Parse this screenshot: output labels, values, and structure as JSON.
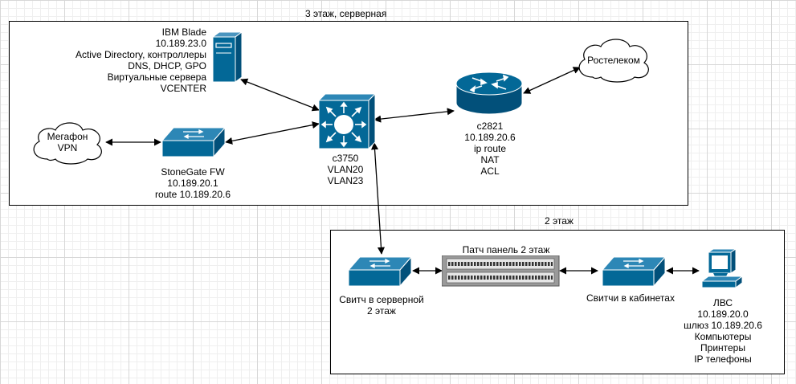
{
  "zones": {
    "floor3_title": "3 этаж, серверная",
    "floor2_title": "2 этаж"
  },
  "nodes": {
    "ibm_blade": {
      "lines": [
        "IBM Blade",
        "10.189.23.0",
        "Active Directory, контроллеры",
        "DNS, DHCP, GPO",
        "Виртуальные сервера",
        "VCENTER"
      ]
    },
    "megafon": {
      "lines": [
        "Мегафон",
        "VPN"
      ]
    },
    "rostelecom": {
      "lines": [
        "Ростелеком"
      ]
    },
    "stonegate": {
      "lines": [
        "StoneGate FW",
        "10.189.20.1",
        "route 10.189.20.6"
      ]
    },
    "c3750": {
      "lines": [
        "c3750",
        "VLAN20",
        "VLAN23"
      ]
    },
    "c2821": {
      "lines": [
        "c2821",
        "10.189.20.6",
        "ip route",
        "NAT",
        "ACL"
      ]
    },
    "patch_panel": {
      "lines": [
        "Патч панель 2 этаж"
      ]
    },
    "server_switch": {
      "lines": [
        "Свитч в серверной",
        "2 этаж"
      ]
    },
    "office_switches": {
      "lines": [
        "Свитчи в кабинетах"
      ]
    },
    "lan": {
      "lines": [
        "ЛВС",
        "10.189.20.0",
        "шлюз 10.189.20.6",
        "Компьютеры",
        "Принтеры",
        "IP телефоны"
      ]
    }
  },
  "colors": {
    "device": "#036897",
    "device_dark": "#02507a",
    "line": "#000000",
    "zone_border": "#000000"
  }
}
